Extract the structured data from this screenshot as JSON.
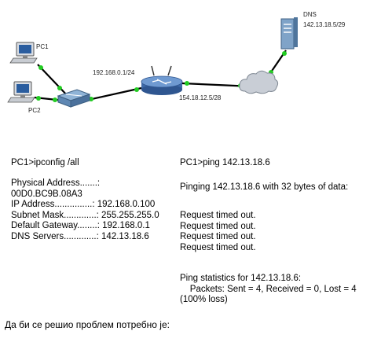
{
  "diagram": {
    "pc1_label": "PC1",
    "pc2_label": "PC2",
    "router_ip_label": "192.168.0.1/24",
    "wan_ip_label": "154.18.12.5/28",
    "dns_label": "DNS",
    "dns_ip_label": "142.13.18.5/29",
    "link_color": "#000000",
    "port_color": "#22cc22"
  },
  "ipconfig": {
    "command": "PC1>ipconfig /all",
    "lines": [
      "Physical Address.......:",
      "00D0.BC9B.08A3",
      "IP Address...............: 192.168.0.100",
      "Subnet Mask.............: 255.255.255.0",
      "Default Gateway........: 192.168.0.1",
      "DNS Servers.............: 142.13.18.6"
    ]
  },
  "ping": {
    "command": "PC1>ping 142.13.18.6",
    "intro": "Pinging 142.13.18.6 with 32 bytes of data:",
    "replies": [
      "Request timed out.",
      "Request timed out.",
      "Request timed out.",
      "Request timed out."
    ],
    "stats": [
      "Ping statistics for 142.13.18.6:",
      "    Packets: Sent = 4, Received = 0, Lost = 4",
      "(100% loss)"
    ]
  },
  "question": "Да би се решио проблем потребно је:"
}
